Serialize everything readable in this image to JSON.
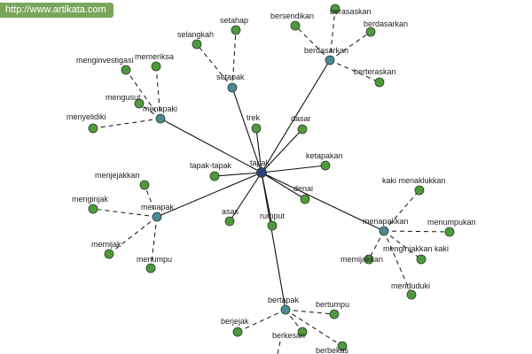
{
  "watermark": "http://www.artikata.com",
  "colors": {
    "center": "#2e3f7a",
    "hub": "#4a8a93",
    "leaf": "#4f9a3c",
    "node_stroke": "#2a3a2a",
    "solid_edge": "#111111",
    "dashed_edge": "#111111"
  },
  "graph": {
    "center": {
      "id": "tapak",
      "label": "tapak"
    },
    "hubs": [
      {
        "id": "setapak",
        "label": "setapak",
        "leaves": [
          "setahap",
          "selangkah"
        ]
      },
      {
        "id": "berdasarkan-hub",
        "label": "berdasarkan",
        "leaves": [
          "bersendikan",
          "berasaskan",
          "berdasarkan",
          "berteraskan"
        ]
      },
      {
        "id": "menapaki",
        "label": "menapaki",
        "leaves": [
          "menginvestigasi",
          "memeriksa",
          "mengusut",
          "menyelidiki"
        ]
      },
      {
        "id": "menapak",
        "label": "menapak",
        "leaves": [
          "menjejakkan",
          "menginjak",
          "memijak",
          "menumpu"
        ]
      },
      {
        "id": "menapakkan",
        "label": "menapakkan",
        "leaves": [
          "kaki menaklukkan",
          "menumpukan",
          "menginjakkan kaki",
          "memijakkan",
          "menduduki"
        ]
      },
      {
        "id": "bertapak",
        "label": "bertapak",
        "leaves": [
          "bertumpu",
          "berjejak",
          "berkesan",
          "berbekas"
        ]
      }
    ],
    "direct_leaves": [
      "trek",
      "dasar",
      "tapak-tapak",
      "ketapakan",
      "asas",
      "rumput",
      "denai"
    ]
  }
}
